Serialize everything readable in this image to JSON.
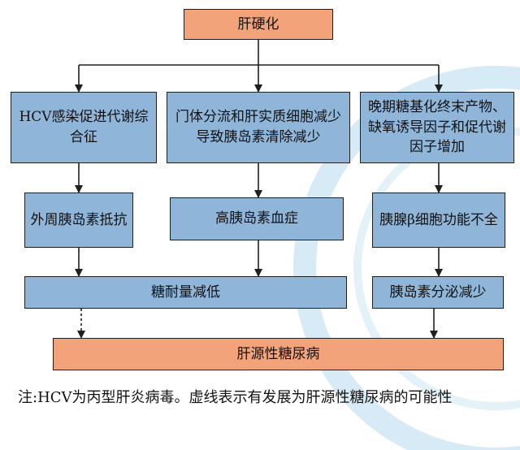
{
  "nodes": {
    "top": "肝硬化",
    "c1_row1": "HCV感染促进代谢综合征",
    "c2_row1": "门体分流和肝实质细胞减少导致胰岛素清除减少",
    "c3_row1": "晚期糖基化终末产物、缺氧诱导因子和促代谢因子增加",
    "c1_row2": "外周胰岛素抵抗",
    "c2_row2": "高胰岛素血症",
    "c3_row2": "胰腺β细胞功能不全",
    "left_row3": "糖耐量减低",
    "c3_row3": "胰岛素分泌减少",
    "bottom": "肝源性糖尿病"
  },
  "note": "注:HCV为丙型肝炎病毒。虚线表示有发展为肝源性糖尿病的可能性",
  "colors": {
    "blue_box": "#8fb5d9",
    "orange_box": "#f2a37a",
    "watermark": "#cfe6f3"
  }
}
